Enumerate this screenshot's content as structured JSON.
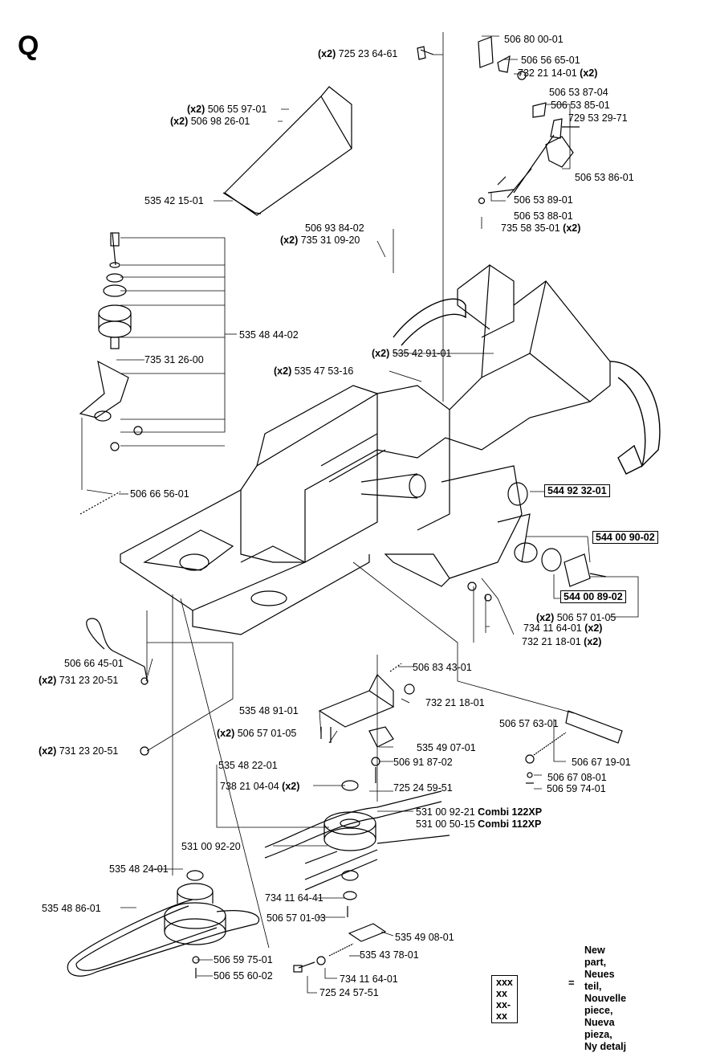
{
  "section_letter": "Q",
  "labels": [
    {
      "qty": "(x2)",
      "part": "725 23 64-61",
      "suffix": ""
    },
    {
      "qty": "",
      "part": "506 80 00-01",
      "suffix": ""
    },
    {
      "qty": "",
      "part": "506 56 65-01",
      "suffix": ""
    },
    {
      "qty": "",
      "part": "732 21 14-01",
      "suffix": "(x2)"
    },
    {
      "qty": "",
      "part": "506 53 87-04",
      "suffix": ""
    },
    {
      "qty": "",
      "part": "506 53 85-01",
      "suffix": ""
    },
    {
      "qty": "",
      "part": "729 53 29-71",
      "suffix": ""
    },
    {
      "qty": "(x2)",
      "part": "506 55 97-01",
      "suffix": ""
    },
    {
      "qty": "(x2)",
      "part": "506 98 26-01",
      "suffix": ""
    },
    {
      "qty": "",
      "part": "506 53 86-01",
      "suffix": ""
    },
    {
      "qty": "",
      "part": "535 42 15-01",
      "suffix": ""
    },
    {
      "qty": "",
      "part": "506 53 89-01",
      "suffix": ""
    },
    {
      "qty": "",
      "part": "506 53 88-01",
      "suffix": ""
    },
    {
      "qty": "",
      "part": "735 58 35-01",
      "suffix": "(x2)"
    },
    {
      "qty": "",
      "part": "506 93 84-02",
      "suffix": ""
    },
    {
      "qty": "(x2)",
      "part": "735 31 09-20",
      "suffix": ""
    },
    {
      "qty": "",
      "part": "535 48 44-02",
      "suffix": ""
    },
    {
      "qty": "(x2)",
      "part": "535 42 91-01",
      "suffix": ""
    },
    {
      "qty": "",
      "part": "735 31 26-00",
      "suffix": ""
    },
    {
      "qty": "(x2)",
      "part": "535 47 53-16",
      "suffix": ""
    },
    {
      "qty": "",
      "part": "506 66 56-01",
      "suffix": ""
    },
    {
      "qty": "",
      "part": "544 92 32-01",
      "suffix": "",
      "new": true
    },
    {
      "qty": "",
      "part": "544 00 90-02",
      "suffix": "",
      "new": true
    },
    {
      "qty": "",
      "part": "544 00 89-02",
      "suffix": "",
      "new": true
    },
    {
      "qty": "(x2)",
      "part": "506 57 01-05",
      "suffix": ""
    },
    {
      "qty": "",
      "part": "734 11 64-01",
      "suffix": "(x2)"
    },
    {
      "qty": "",
      "part": "732 21 18-01",
      "suffix": "(x2)"
    },
    {
      "qty": "",
      "part": "506 66 45-01",
      "suffix": ""
    },
    {
      "qty": "(x2)",
      "part": "731 23 20-51",
      "suffix": ""
    },
    {
      "qty": "",
      "part": "506 83 43-01",
      "suffix": ""
    },
    {
      "qty": "",
      "part": "732 21 18-01",
      "suffix": ""
    },
    {
      "qty": "",
      "part": "535 48 91-01",
      "suffix": ""
    },
    {
      "qty": "",
      "part": "506 57 63-01",
      "suffix": ""
    },
    {
      "qty": "(x2)",
      "part": "506 57 01-05",
      "suffix": ""
    },
    {
      "qty": "",
      "part": "535 49 07-01",
      "suffix": ""
    },
    {
      "qty": "(x2)",
      "part": "731 23 20-51",
      "suffix": ""
    },
    {
      "qty": "",
      "part": "506 67 19-01",
      "suffix": ""
    },
    {
      "qty": "",
      "part": "535 48 22-01",
      "suffix": ""
    },
    {
      "qty": "",
      "part": "506 91 87-02",
      "suffix": ""
    },
    {
      "qty": "",
      "part": "506 67 08-01",
      "suffix": ""
    },
    {
      "qty": "",
      "part": "738 21 04-04",
      "suffix": "(x2)"
    },
    {
      "qty": "",
      "part": "725 24 59-51",
      "suffix": ""
    },
    {
      "qty": "",
      "part": "506 59 74-01",
      "suffix": ""
    },
    {
      "qty": "",
      "part": "531 00 92-21",
      "suffix": "Combi 122XP"
    },
    {
      "qty": "",
      "part": "531 00 50-15",
      "suffix": "Combi 112XP"
    },
    {
      "qty": "",
      "part": "531 00 92-20",
      "suffix": ""
    },
    {
      "qty": "",
      "part": "535 48 24-01",
      "suffix": ""
    },
    {
      "qty": "",
      "part": "535 48 86-01",
      "suffix": ""
    },
    {
      "qty": "",
      "part": "734 11 64-41",
      "suffix": ""
    },
    {
      "qty": "",
      "part": "506 57 01-03",
      "suffix": ""
    },
    {
      "qty": "",
      "part": "535 49 08-01",
      "suffix": ""
    },
    {
      "qty": "",
      "part": "535 43 78-01",
      "suffix": ""
    },
    {
      "qty": "",
      "part": "506 59 75-01",
      "suffix": ""
    },
    {
      "qty": "",
      "part": "506 55 60-02",
      "suffix": ""
    },
    {
      "qty": "",
      "part": "734 11 64-01",
      "suffix": ""
    },
    {
      "qty": "",
      "part": "725 24 57-51",
      "suffix": ""
    }
  ],
  "legend": {
    "key": "xxx xx xx-xx",
    "equals": "=",
    "lines": [
      "New part,",
      "Neues teil,",
      "Nouvelle piece,",
      "Nueva pieza,",
      "Ny detalj"
    ]
  },
  "colors": {
    "ink": "#000000",
    "background": "#ffffff"
  }
}
